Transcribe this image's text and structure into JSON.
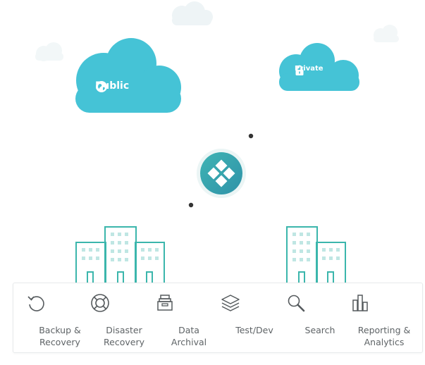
{
  "clouds": {
    "public_label": "Public",
    "private_label": "Private",
    "public_icon": "globe-icon",
    "private_icon": "lock-icon"
  },
  "hub_icon": "hub-logo-icon",
  "colors": {
    "cloud": "#45c3d6",
    "building_stroke": "#3bb6ac",
    "hub": "#38a8ad",
    "label_text": "#5f6467",
    "icon_stroke": "#555a5d"
  },
  "use_cases": [
    {
      "line1": "Backup &",
      "line2": "Recovery",
      "icon": "refresh-icon"
    },
    {
      "line1": "Disaster",
      "line2": "Recovery",
      "icon": "life-ring-icon"
    },
    {
      "line1": "Data",
      "line2": "Archival",
      "icon": "archive-box-icon"
    },
    {
      "line1": "Test/Dev",
      "line2": "",
      "icon": "layers-icon"
    },
    {
      "line1": "Search",
      "line2": "",
      "icon": "search-icon"
    },
    {
      "line1": "Reporting &",
      "line2": "Analytics",
      "icon": "bar-chart-icon"
    }
  ]
}
